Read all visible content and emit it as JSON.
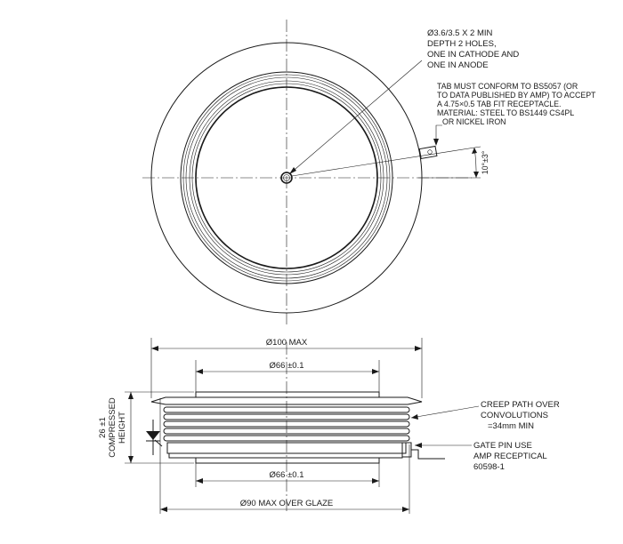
{
  "notes": {
    "holes": [
      "Ø3.6/3.5 X 2 MIN",
      "DEPTH 2 HOLES,",
      "ONE IN CATHODE AND",
      "ONE IN ANODE"
    ],
    "tab": [
      "TAB MUST CONFORM TO BS5057 (OR",
      "TO DATA PUBLISHED BY AMP) TO ACCEPT",
      "A 4.75×0.5 TAB FIT RECEPTACLE.",
      "MATERIAL: STEEL TO BS1449 CS4PL",
      "OR NICKEL IRON"
    ],
    "creep": [
      "CREEP PATH OVER",
      "CONVOLUTIONS",
      "=34mm MIN"
    ],
    "gate": [
      "GATE PIN USE",
      "AMP RECEPTICAL",
      "60598-1"
    ]
  },
  "dimensions": {
    "angle": "10°±3°",
    "overall_dia": "Ø100 MAX",
    "top_face_dia": "Ø66 ±0.1",
    "bottom_face_dia": "Ø66 ±0.1",
    "glaze_dia": "Ø90 MAX OVER GLAZE",
    "height_value": "26 ±1",
    "height_label_1": "COMPRESSED",
    "height_label_2": "HEIGHT"
  }
}
